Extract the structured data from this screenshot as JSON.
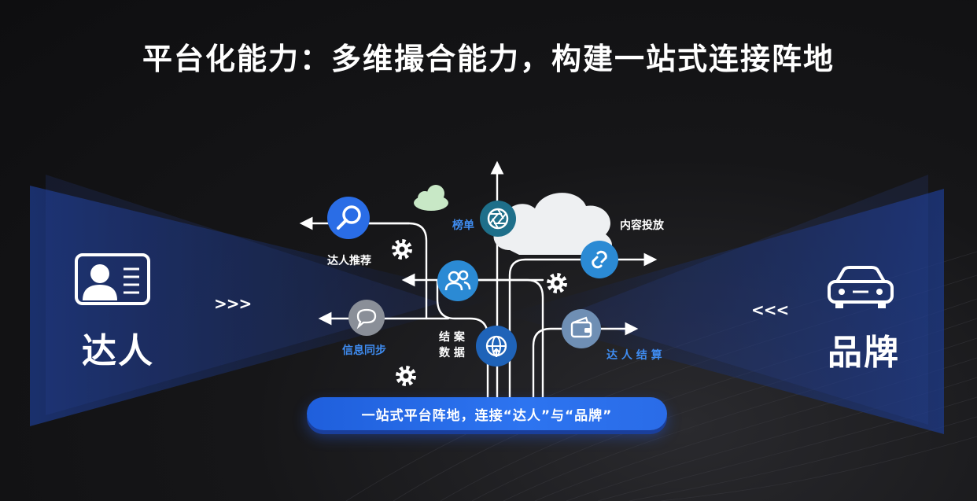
{
  "title": "平台化能力：多维撮合能力，构建一站式连接阵地",
  "left": {
    "label": "达人",
    "arrows": ">>>",
    "icon": "id-card-icon"
  },
  "right": {
    "label": "品牌",
    "arrows": "<<<",
    "icon": "car-icon"
  },
  "nodes": {
    "recommend": {
      "label": "达人推荐",
      "icon": "search-icon"
    },
    "ranking": {
      "label": "榜单",
      "icon": "aperture-icon"
    },
    "content": {
      "label": "内容投放",
      "icon": "link-icon"
    },
    "sync": {
      "label": "信息同步",
      "icon": "chat-bubble-icon"
    },
    "users": {
      "icon": "users-icon"
    },
    "case_data": {
      "line1": "结 案",
      "line2": "数 据",
      "icon": "globe-upload-icon"
    },
    "settlement": {
      "label": "达 人 结 算",
      "icon": "wallet-icon"
    }
  },
  "banner": "一站式平台阵地，连接“达人”与“品牌”",
  "colors": {
    "accent_blue": "#2f6fe8",
    "label_blue": "#3f8cf0",
    "icon_blue": "#2b8ad4",
    "teal": "#1e6f8a",
    "gray": "#8a8f98"
  }
}
